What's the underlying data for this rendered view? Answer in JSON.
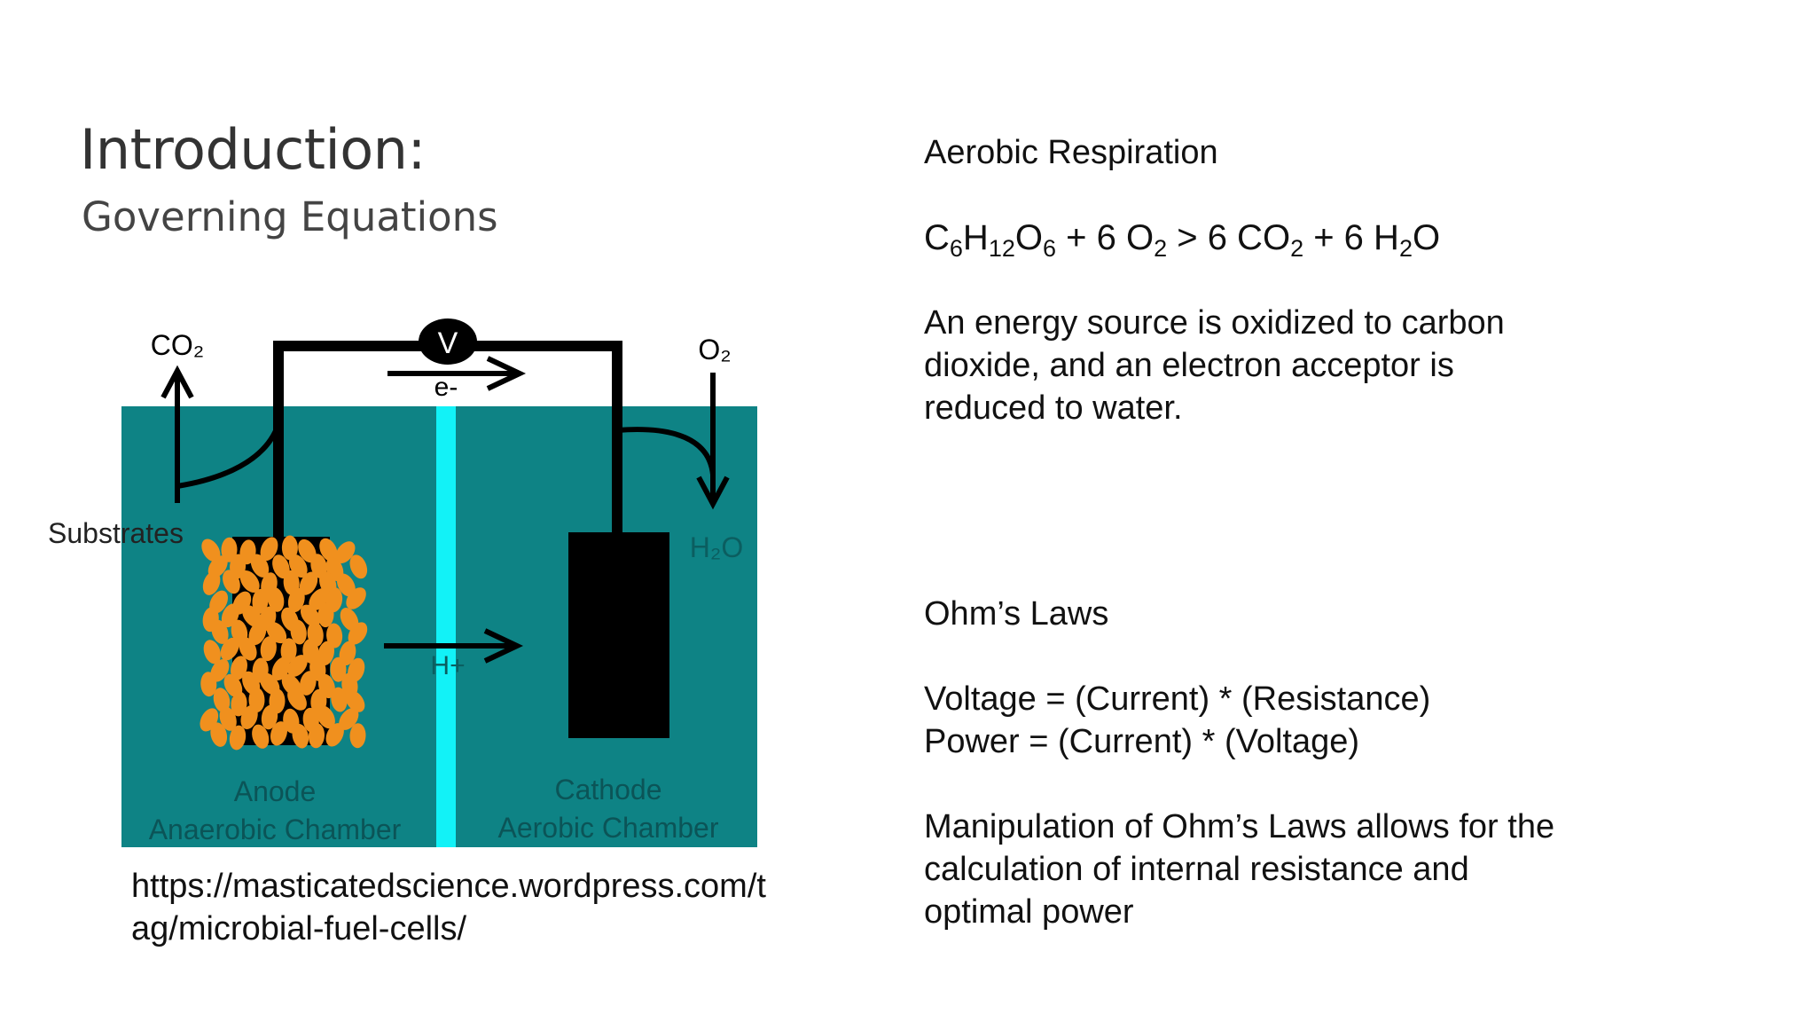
{
  "slide": {
    "title": "Introduction:",
    "subtitle": "Governing Equations"
  },
  "diagram": {
    "labels": {
      "co2": "CO₂",
      "o2": "O₂",
      "voltmeter": "V",
      "electron": "e-",
      "substrates": "Substrates",
      "h2o": "H₂O",
      "proton": "H+",
      "anode": "Anode",
      "anode_chamber": "Anaerobic Chamber",
      "cathode": "Cathode",
      "cathode_chamber": "Aerobic Chamber"
    },
    "colors": {
      "chamber": "#0e8385",
      "membrane": "#12f2f7",
      "bacteria": "#f0901e",
      "electrode": "#000000"
    }
  },
  "source_url": "https://masticatedscience.wordpress.com/tag/microbial-fuel-cells/",
  "aerobic": {
    "heading": "Aerobic Respiration",
    "equation": {
      "c": "C",
      "c_n": "6",
      "h": "H",
      "h_n": "12",
      "o": "O",
      "o_n": "6",
      "plus1": " + 6 O",
      "o2_n": "2",
      "arrow": " > 6 CO",
      "co2_n": "2",
      "plus2": " + 6 H",
      "h2o_n": "2",
      "o_end": "O"
    },
    "description": "An energy source is oxidized to carbon dioxide, and an electron acceptor is reduced to water."
  },
  "ohm": {
    "heading": "Ohm’s Laws",
    "eq1": "Voltage = (Current) * (Resistance)",
    "eq2": "Power = (Current) * (Voltage)",
    "description": "Manipulation of Ohm’s Laws allows for the calculation of internal resistance and optimal power"
  }
}
